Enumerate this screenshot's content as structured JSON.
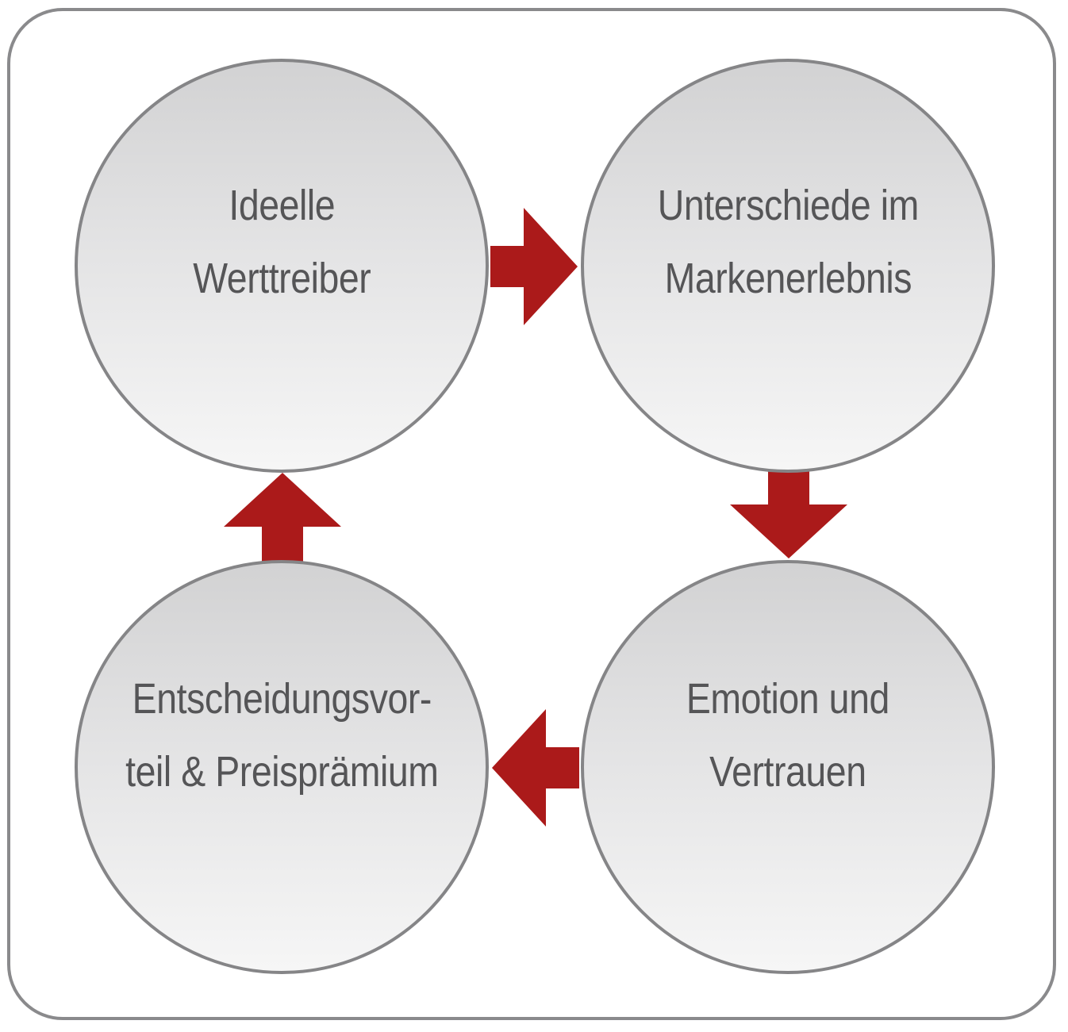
{
  "colors": {
    "arrow": "#ab1a1a",
    "circle_border": "#858587",
    "text": "#555557",
    "frame_border": "#8a8a8c"
  },
  "nodes": [
    {
      "id": "ideelle-werttreiber",
      "lines": [
        "Ideelle",
        "Werttreiber"
      ]
    },
    {
      "id": "unterschiede-im-markenerlebnis",
      "lines": [
        "Unterschiede im",
        "Markenerlebnis"
      ]
    },
    {
      "id": "entscheidungsvorteil-preispraemium",
      "lines": [
        "Entscheidungsvor-",
        "teil & Preisprämium"
      ]
    },
    {
      "id": "emotion-und-vertrauen",
      "lines": [
        "Emotion und",
        "Vertrauen"
      ]
    }
  ],
  "arrows": [
    {
      "from": "ideelle-werttreiber",
      "to": "unterschiede-im-markenerlebnis",
      "direction": "right"
    },
    {
      "from": "unterschiede-im-markenerlebnis",
      "to": "emotion-und-vertrauen",
      "direction": "down"
    },
    {
      "from": "emotion-und-vertrauen",
      "to": "entscheidungsvorteil-preispraemium",
      "direction": "left"
    },
    {
      "from": "entscheidungsvorteil-preispraemium",
      "to": "ideelle-werttreiber",
      "direction": "up"
    }
  ]
}
